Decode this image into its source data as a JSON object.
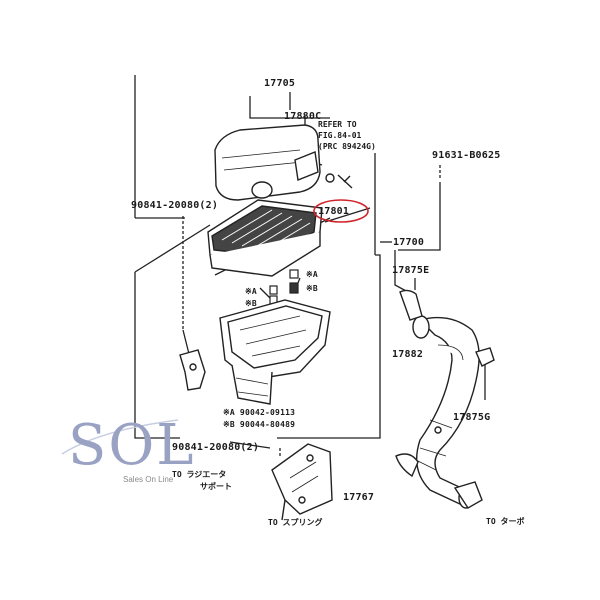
{
  "diagram": {
    "labels": {
      "p17705": "17705",
      "p17880c": "17880C",
      "refer1": "REFER TO",
      "refer2": "FIG.84-01",
      "refer3": "(PRC 89424G)",
      "p91631": "91631-B0625",
      "p90841a": "90841-20080(2)",
      "p17801": "17801",
      "p17700": "17700",
      "p17875e": "17875E",
      "starA_r": "※A",
      "starB_r": "※B",
      "starA_l": "※A",
      "starB_l": "※B",
      "p17882": "17882",
      "p17875g": "17875G",
      "starA_note": "※A 90042-09113",
      "starB_note": "※B 90044-80489",
      "p90841b": "90841-20080(2)",
      "to_radiator1": "TO ラジエータ",
      "to_radiator2": "サポート",
      "p17767": "17767",
      "to_spring": "TO スプリング",
      "to_turbo": "TO ターボ"
    },
    "highlight_color": "#d0242b"
  },
  "logo": {
    "text": "SOL",
    "subtitle": "Sales On Line",
    "color": "#9aa2c4"
  }
}
